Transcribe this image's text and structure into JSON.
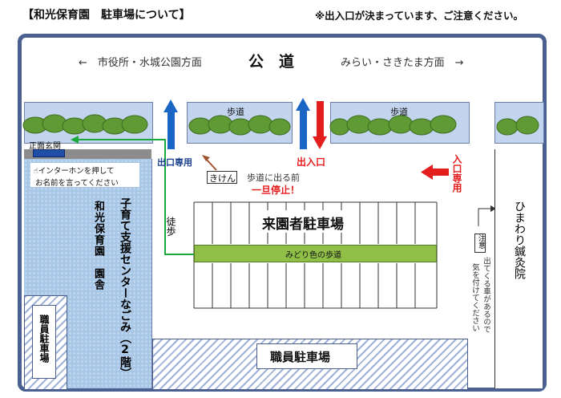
{
  "title": "【和光保育園　駐車場について】",
  "notice": "※出入口が決まっています、ご注意ください。",
  "road": {
    "left_direction": "←　市役所・水城公園方面",
    "name": "公　道",
    "right_direction": "みらい・さきたま方面　→"
  },
  "sidewalk_left": "歩道",
  "sidewalk_right": "歩道",
  "front_entrance": "正面玄関",
  "intercom": {
    "line1": "インターホンを押して",
    "line2": "お名前を言ってください"
  },
  "exit_only": "出口専用",
  "entrance_exit": "出入口",
  "entrance_only": "入口専用",
  "caution_sign": "きけん",
  "stop_notice": {
    "line1": "歩道に出る前",
    "line2": "一旦停止！"
  },
  "walkway_label": "徒歩",
  "visitor_parking": "来園者駐車場",
  "green_walkway": "みどり色の歩道",
  "nursery_building": "和光保育園　園舎",
  "support_center": "子育て支援センターなごみ（2階）",
  "staff_parking_left": "職員駐車場",
  "staff_parking_bottom": "職員駐車場",
  "clinic": "ひまわり鍼灸院",
  "caution": {
    "badge": "注意",
    "line1": "出てくる車があるので",
    "line2": "気を付けてください"
  },
  "colors": {
    "arrow_red": "#e41d1d",
    "arrow_blue": "#1b66c4",
    "walk_green": "#1ca83a",
    "green_walkway_fill": "#8fbf47",
    "tree_green": "#5f9a35",
    "building_blue": "#a8c6e6"
  }
}
